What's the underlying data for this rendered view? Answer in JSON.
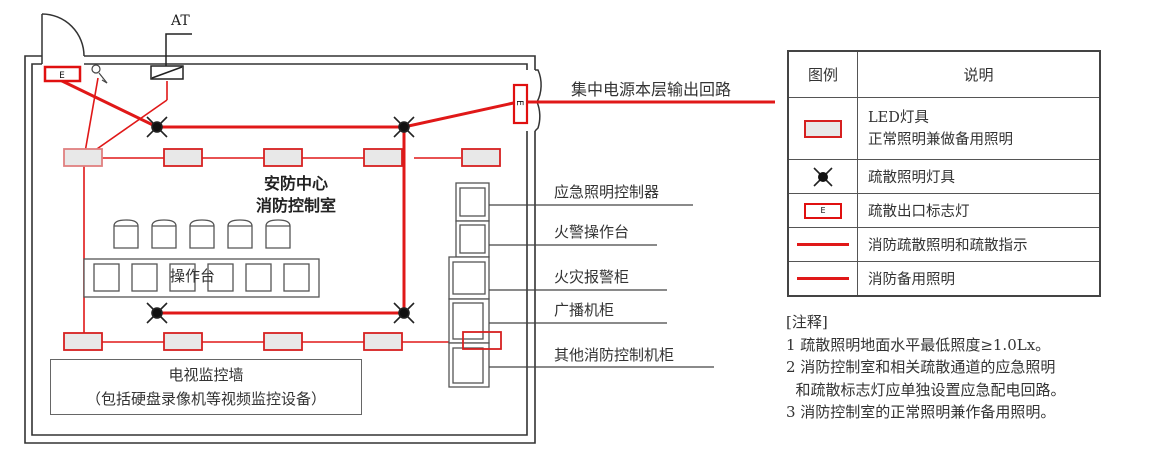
{
  "plan": {
    "room_title_line1": "安防中心",
    "room_title_line2": "消防控制室",
    "at_label": "AT",
    "power_circuit_label": "集中电源本层输出回路",
    "console_label": "操作台",
    "tv_wall_line1": "电视监控墙",
    "tv_wall_line2": "（包括硬盘录像机等视频监控设备）",
    "exit_sign_letter": "E",
    "cabinets": [
      {
        "label": "应急照明控制器"
      },
      {
        "label": "火警操作台"
      },
      {
        "label": "火灾报警柜"
      },
      {
        "label": "广播机柜"
      },
      {
        "label": "其他消防控制机柜"
      }
    ]
  },
  "legend": {
    "header_symbol": "图例",
    "header_desc": "说明",
    "rows": [
      {
        "symbol": "led-fixture",
        "desc_line1": "LED灯具",
        "desc_line2": "正常照明兼做备用照明"
      },
      {
        "symbol": "evacuation-light",
        "desc": "疏散照明灯具"
      },
      {
        "symbol": "exit-sign",
        "symbol_text": "E",
        "desc": "疏散出口标志灯"
      },
      {
        "symbol": "red-line",
        "desc": "消防疏散照明和疏散指示"
      },
      {
        "symbol": "red-line",
        "desc": "消防备用照明"
      }
    ]
  },
  "notes": {
    "title": "[注释]",
    "items": [
      "1 疏散照明地面水平最低照度≥1.0Lx。",
      "2 消防控制室和相关疏散通道的应急照明",
      "  和疏散标志灯应单独设置应急配电回路。",
      "3 消防控制室的正常照明兼作备用照明。"
    ]
  },
  "colors": {
    "circuit_red": "#e01818",
    "led_fill": "#e8e8e8",
    "wall": "#333333"
  }
}
